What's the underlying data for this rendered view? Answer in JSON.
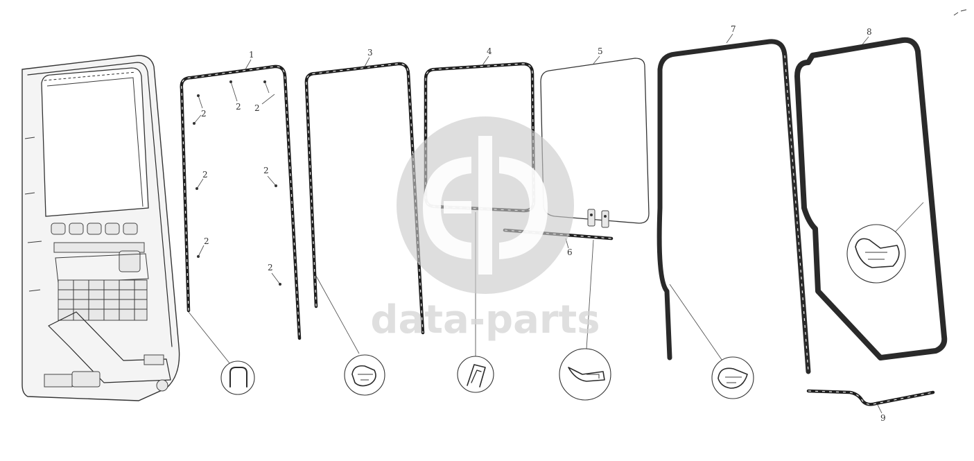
{
  "diagram": {
    "labels": {
      "n1": "1",
      "n2": "2",
      "n3": "3",
      "n4": "4",
      "n5": "5",
      "n6": "6",
      "n7": "7",
      "n8": "8",
      "n9": "9"
    },
    "watermark": {
      "text": "data-parts",
      "logo": "gd-logo"
    },
    "colors": {
      "ink": "#2a2a2a",
      "watermark": "#c9c9c9",
      "background": "#ffffff"
    }
  }
}
